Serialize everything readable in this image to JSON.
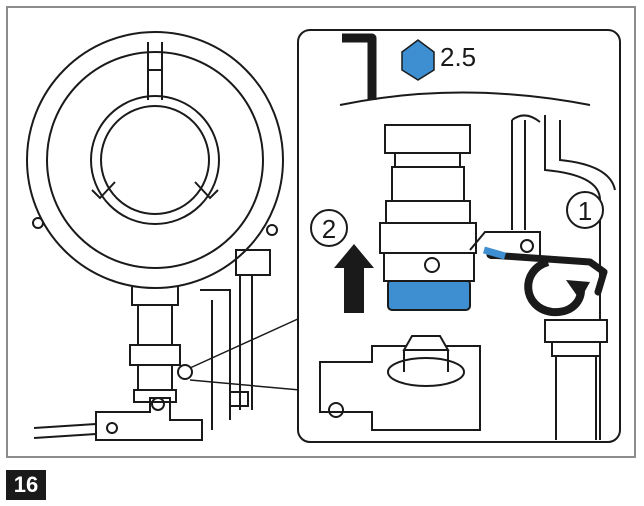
{
  "figure": {
    "number": "16"
  },
  "tool": {
    "icon": "allen-key-icon",
    "hex_icon": "hex-size-icon",
    "size": "2.5"
  },
  "steps": [
    {
      "number": "1",
      "icon": "rotate-arrow-icon"
    },
    {
      "number": "2",
      "icon": "up-arrow-icon"
    }
  ],
  "colors": {
    "highlight": "#3d8fd1",
    "line": "#1a1a1a",
    "frame": "#8c8c8c"
  }
}
